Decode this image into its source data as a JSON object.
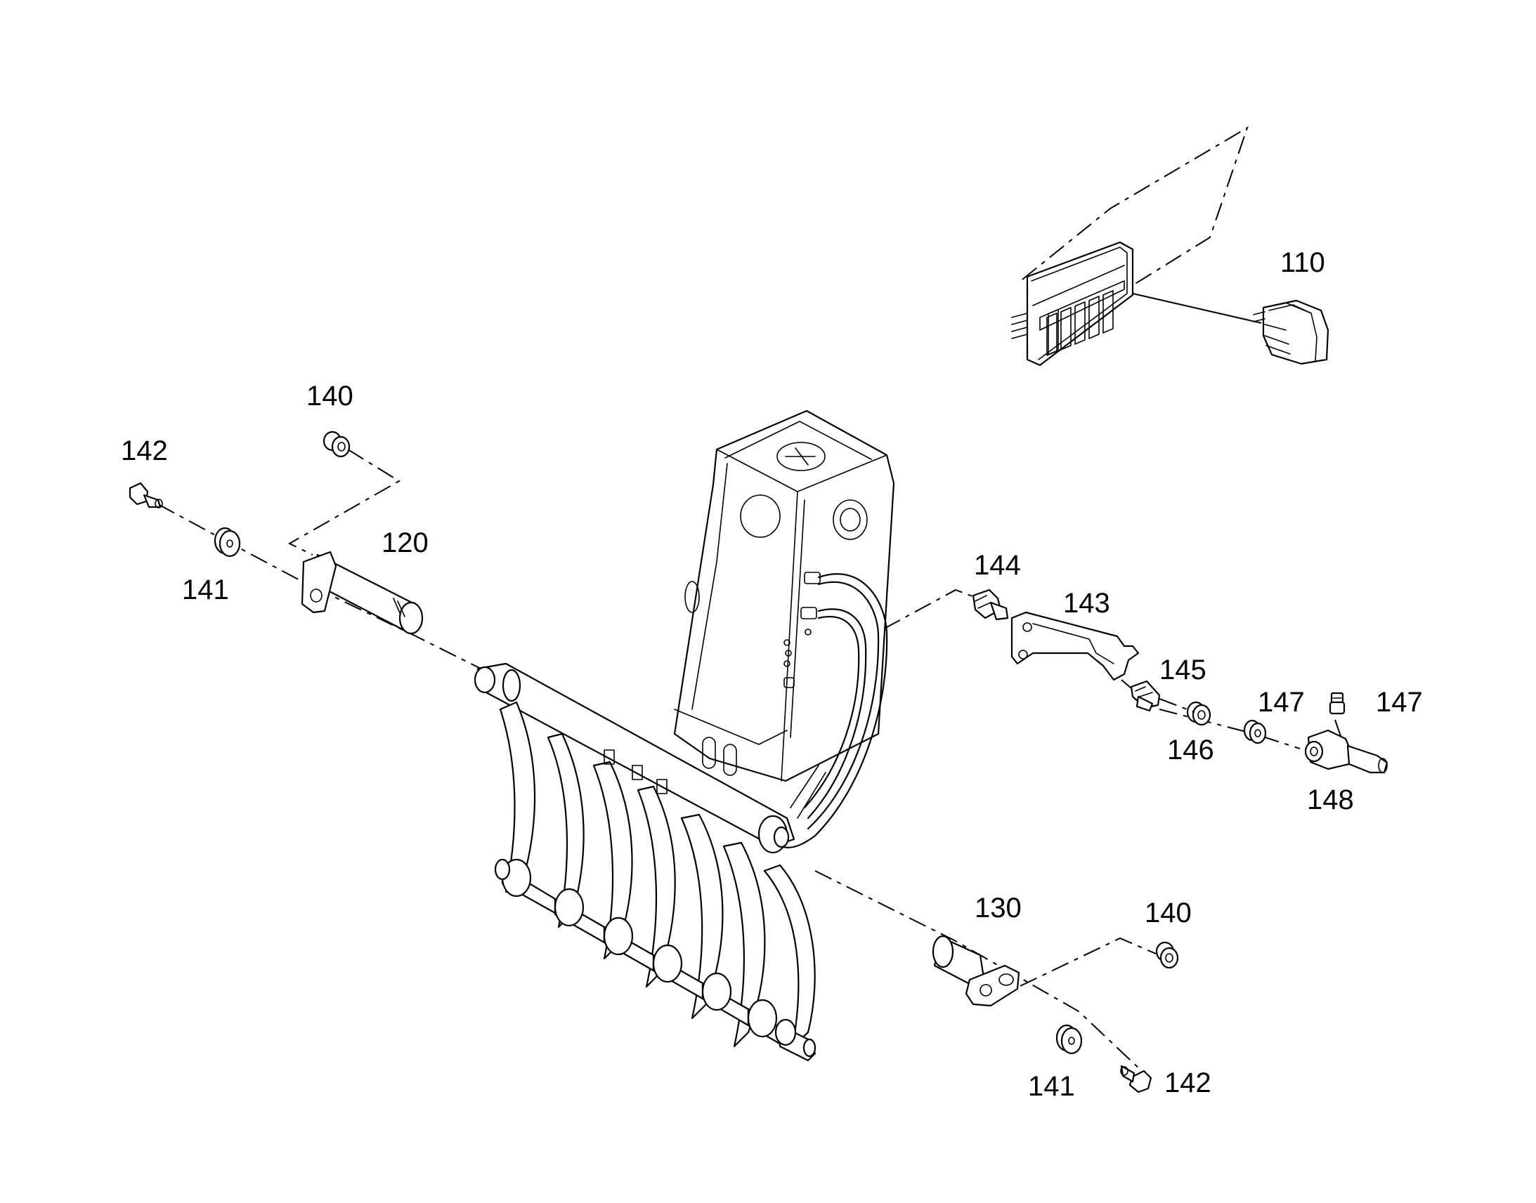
{
  "callouts": [
    {
      "id": "label-110",
      "text": "110"
    },
    {
      "id": "label-120",
      "text": "120"
    },
    {
      "id": "label-130",
      "text": "130"
    },
    {
      "id": "label-140-top",
      "text": "140"
    },
    {
      "id": "label-140-bottom",
      "text": "140"
    },
    {
      "id": "label-141-left",
      "text": "141"
    },
    {
      "id": "label-141-right",
      "text": "141"
    },
    {
      "id": "label-142-left",
      "text": "142"
    },
    {
      "id": "label-142-right",
      "text": "142"
    },
    {
      "id": "label-143",
      "text": "143"
    },
    {
      "id": "label-144",
      "text": "144"
    },
    {
      "id": "label-145",
      "text": "145"
    },
    {
      "id": "label-146",
      "text": "146"
    },
    {
      "id": "label-147-left",
      "text": "147"
    },
    {
      "id": "label-147-right",
      "text": "147"
    },
    {
      "id": "label-148",
      "text": "148"
    }
  ]
}
